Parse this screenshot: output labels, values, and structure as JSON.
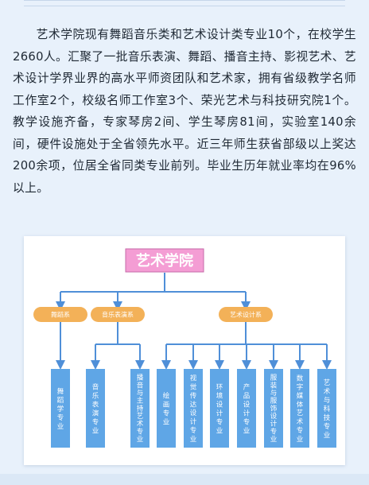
{
  "intro": {
    "paragraph": "艺术学院现有舞蹈音乐类和艺术设计类专业10个，在校学生2660人。汇聚了一批音乐表演、舞蹈、播音主持、影视艺术、艺术设计学界业界的高水平师资团队和艺术家，拥有省级教学名师工作室2个，校级名师工作室3个、荣光艺术与科技研究院1个。教学设施齐备，专家琴房2间、学生琴房81间，实验室140余间，硬件设施处于全省领先水平。近三年师生获省部级以上奖达200余项，位居全省同类专业前列。毕业生历年就业率均在96%以上。"
  },
  "org_chart": {
    "root": "艺术学院",
    "departments": [
      {
        "label": "舞蹈系",
        "majors": [
          "舞蹈学专业"
        ]
      },
      {
        "label": "音乐表演系",
        "majors": [
          "音乐表演专业",
          "播音与主持艺术专业"
        ]
      },
      {
        "label": "艺术设计系",
        "majors": [
          "绘画专业",
          "视觉传达设计专业",
          "环境设计专业",
          "产品设计专业",
          "服装与服饰设计专业",
          "数字媒体艺术专业",
          "艺术与科技专业"
        ]
      }
    ],
    "colors": {
      "root_fill": "#f49dd4",
      "department_fill": "#f3b158",
      "major_fill": "#5fa6e6",
      "connector": "#4f8fd8"
    }
  }
}
